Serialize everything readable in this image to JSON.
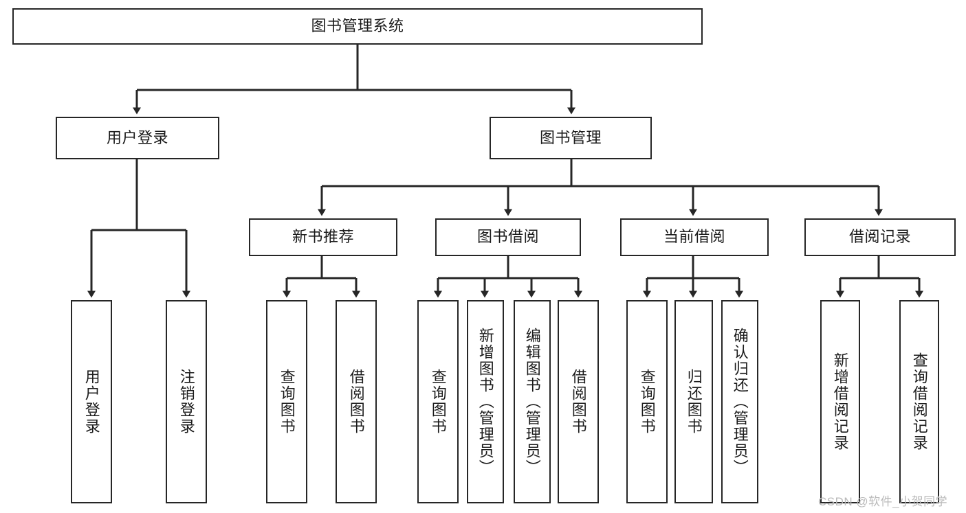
{
  "diagram": {
    "title": "图书管理系统",
    "type": "hierarchy-tree",
    "colors": {
      "box_border": "#262626",
      "box_fill": "#ffffff",
      "edge": "#262626",
      "text": "#1b1b1b",
      "watermark": "#b9b9b9"
    },
    "nodes": {
      "root": {
        "label": "图书管理系统"
      },
      "level2": [
        {
          "id": "user-login",
          "label": "用户登录"
        },
        {
          "id": "book-management",
          "label": "图书管理"
        }
      ],
      "level3": [
        {
          "id": "new-book-recommend",
          "label": "新书推荐"
        },
        {
          "id": "book-borrow",
          "label": "图书借阅"
        },
        {
          "id": "current-borrow",
          "label": "当前借阅"
        },
        {
          "id": "borrow-record",
          "label": "借阅记录"
        }
      ],
      "leaves": {
        "user-login": [
          {
            "id": "leaf-user-login",
            "label": "用户登录"
          },
          {
            "id": "leaf-logout-login",
            "label": "注销登录"
          }
        ],
        "new-book-recommend": [
          {
            "id": "leaf-query-book-1",
            "label": "查询图书"
          },
          {
            "id": "leaf-borrow-book-1",
            "label": "借阅图书"
          }
        ],
        "book-borrow": [
          {
            "id": "leaf-query-book-2",
            "label": "查询图书"
          },
          {
            "id": "leaf-add-book",
            "label": "新增图书（管理员）"
          },
          {
            "id": "leaf-edit-book",
            "label": "编辑图书（管理员）"
          },
          {
            "id": "leaf-borrow-book-2",
            "label": "借阅图书"
          }
        ],
        "current-borrow": [
          {
            "id": "leaf-query-book-3",
            "label": "查询图书"
          },
          {
            "id": "leaf-return-book",
            "label": "归还图书"
          },
          {
            "id": "leaf-confirm-return",
            "label": "确认归还（管理员）"
          }
        ],
        "borrow-record": [
          {
            "id": "leaf-add-record",
            "label": "新增借阅记录"
          },
          {
            "id": "leaf-query-record",
            "label": "查询借阅记录"
          }
        ]
      }
    },
    "watermark": "CSDN @软件_小贺同学"
  }
}
